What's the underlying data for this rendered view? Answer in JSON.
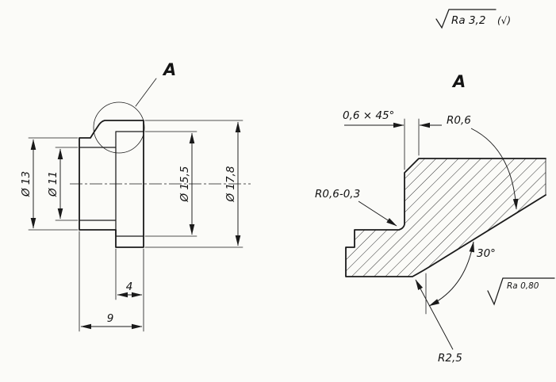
{
  "colors": {
    "paper": "#fbfbf8",
    "ink": "#1a1a1a"
  },
  "roughness": {
    "general_value": "Ra 3,2",
    "general_suffix": "(√)",
    "detail_value": "Ra 0,80"
  },
  "main_view": {
    "detail_label": "A",
    "dim_d13": "Ø 13",
    "dim_d11": "Ø 11",
    "dim_d155": "Ø 15,5",
    "dim_d178": "Ø 17,8",
    "dim_len4": "4",
    "dim_len9": "9"
  },
  "detail_view": {
    "title": "A",
    "chamfer": "0,6 × 45°",
    "r_top": "R0,6",
    "r_step": "R0,6-0,3",
    "angle": "30°",
    "r_fillet": "R2,5"
  }
}
